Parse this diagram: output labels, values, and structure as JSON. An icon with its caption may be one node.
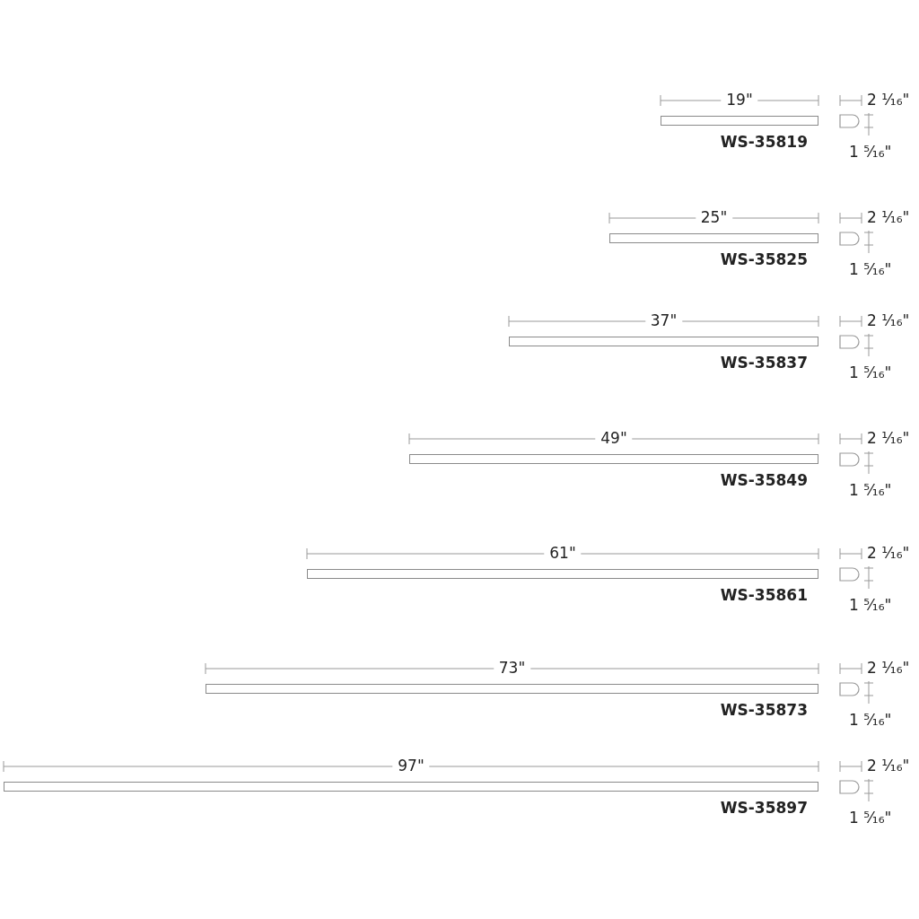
{
  "diagram": {
    "nodes": [
      {
        "text": [],
        "shape": "bar",
        "beside": [
          "WS-35819"
        ]
      },
      {
        "text": [],
        "shape": "bar",
        "beside": [
          "WS-35825"
        ]
      },
      {
        "text": [],
        "shape": "bar",
        "beside": [
          "WS-35837"
        ]
      },
      {
        "text": [],
        "shape": "bar",
        "beside": [
          "WS-35849"
        ]
      },
      {
        "text": [],
        "shape": "bar",
        "beside": [
          "WS-35861"
        ]
      },
      {
        "text": [],
        "shape": "bar",
        "beside": [
          "WS-35873"
        ]
      },
      {
        "text": [],
        "shape": "bar",
        "beside": [
          "WS-35897"
        ]
      }
    ],
    "labels": [
      "19\"",
      "2 ¹⁄₁₆\"",
      "1 ⁵⁄₁₆\"",
      "25\"",
      "2 ¹⁄₁₆\"",
      "1 ⁵⁄₁₆\"",
      "37\"",
      "2 ¹⁄₁₆\"",
      "1 ⁵⁄₁₆\"",
      "49\"",
      "2 ¹⁄₁₆\"",
      "1 ⁵⁄₁₆\"",
      "61\"",
      "2 ¹⁄₁₆\"",
      "1 ⁵⁄₁₆\"",
      "73\"",
      "2 ¹⁄₁₆\"",
      "1 ⁵⁄₁₆\"",
      "97\"",
      "2 ¹⁄₁₆\"",
      "1 ⁵⁄₁₆\""
    ]
  }
}
